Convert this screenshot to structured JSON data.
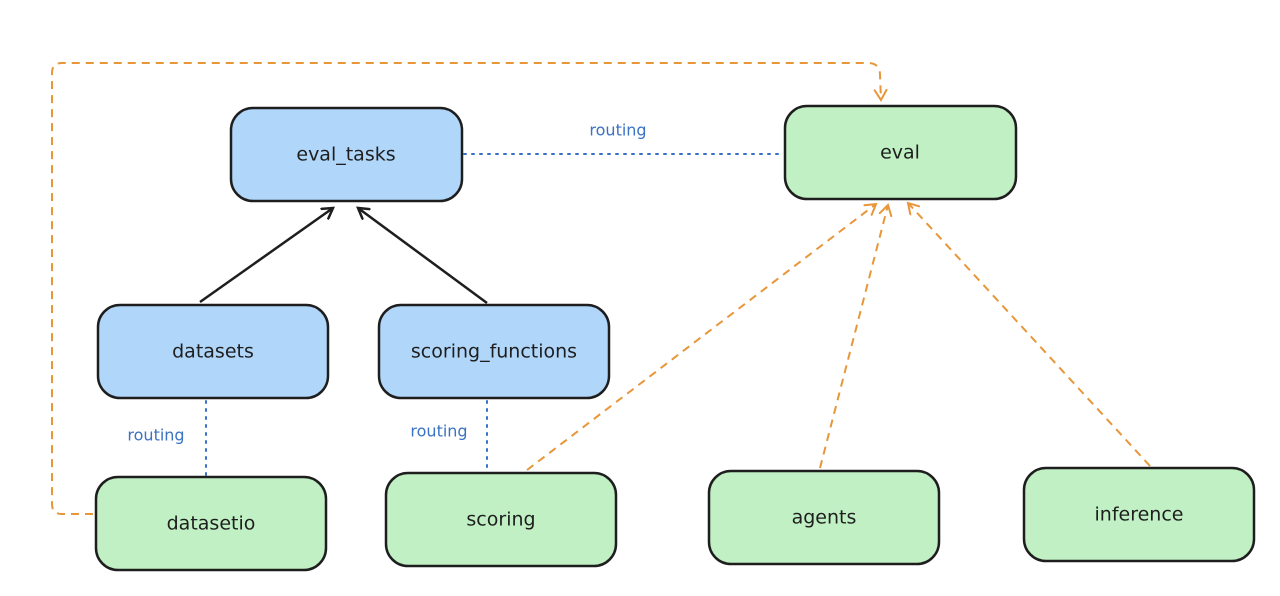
{
  "colors": {
    "api_node_fill": "#b0d6fa",
    "provider_node_fill": "#c0f0c3",
    "node_stroke": "#1e1e1e",
    "routing_edge": "#3a72c4",
    "dependency_edge": "#e8963a",
    "arrow_edge": "#1e1e1e"
  },
  "nodes": [
    {
      "id": "eval_tasks",
      "label": "eval_tasks",
      "kind": "api"
    },
    {
      "id": "eval",
      "label": "eval",
      "kind": "provider"
    },
    {
      "id": "datasets",
      "label": "datasets",
      "kind": "api"
    },
    {
      "id": "scoring_functions",
      "label": "scoring_functions",
      "kind": "api"
    },
    {
      "id": "datasetio",
      "label": "datasetio",
      "kind": "provider"
    },
    {
      "id": "scoring",
      "label": "scoring",
      "kind": "provider"
    },
    {
      "id": "agents",
      "label": "agents",
      "kind": "provider"
    },
    {
      "id": "inference",
      "label": "inference",
      "kind": "provider"
    }
  ],
  "edges": [
    {
      "from": "eval_tasks",
      "to": "eval",
      "style": "dotted",
      "label": "routing"
    },
    {
      "from": "datasets",
      "to": "datasetio",
      "style": "dotted",
      "label": "routing"
    },
    {
      "from": "scoring_functions",
      "to": "scoring",
      "style": "dotted",
      "label": "routing"
    },
    {
      "from": "datasets",
      "to": "eval_tasks",
      "style": "solid-arrow"
    },
    {
      "from": "scoring_functions",
      "to": "eval_tasks",
      "style": "solid-arrow"
    },
    {
      "from": "datasetio",
      "to": "eval",
      "style": "dashed-arrow"
    },
    {
      "from": "scoring",
      "to": "eval",
      "style": "dashed-arrow"
    },
    {
      "from": "agents",
      "to": "eval",
      "style": "dashed-arrow"
    },
    {
      "from": "inference",
      "to": "eval",
      "style": "dashed-arrow"
    }
  ]
}
